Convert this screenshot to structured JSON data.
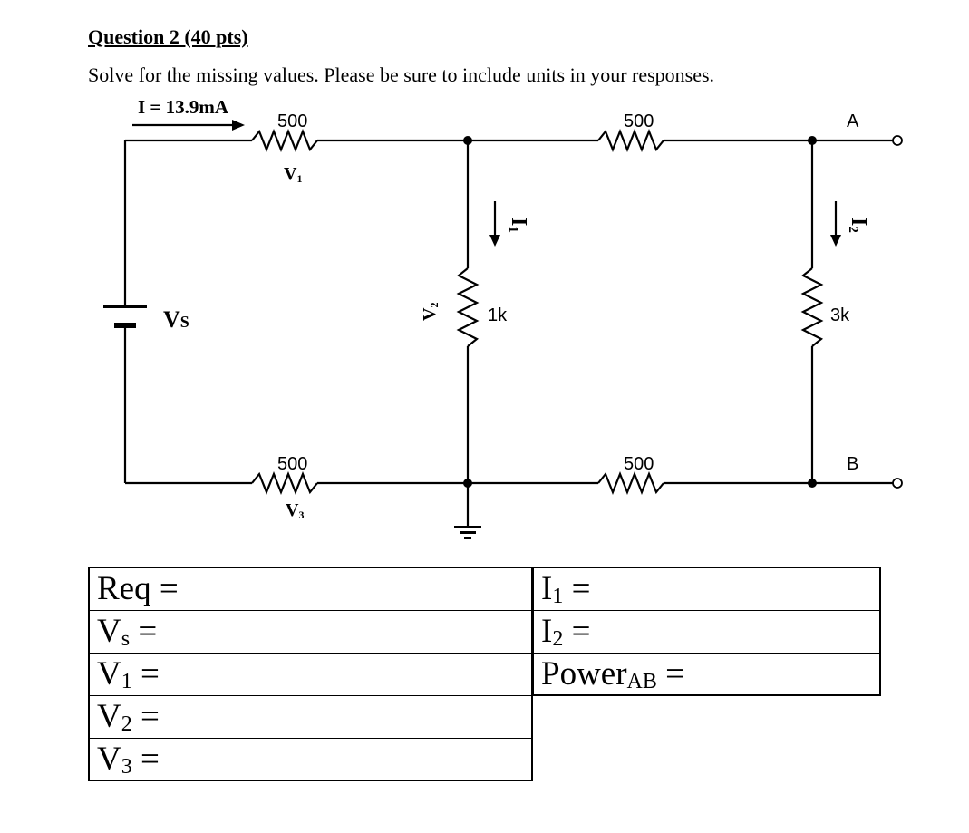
{
  "question": {
    "title": "Question 2 (40 pts)",
    "prompt": "Solve for the missing values. Please be sure to include units in your responses."
  },
  "circuit": {
    "current_label": "I = 13.9mA",
    "resistors": {
      "top_left": "500",
      "top_right": "500",
      "bottom_left": "500",
      "bottom_right": "500",
      "middle_vertical": "1k",
      "right_vertical": "3k"
    },
    "voltage_labels": {
      "v1": "V",
      "v1_sub": "1",
      "v2": "V",
      "v2_sub": "2",
      "v3": "V",
      "v3_sub": "3",
      "vs": "V",
      "vs_sub": "S"
    },
    "current_labels": {
      "i1": "I",
      "i1_sub": "1",
      "i2": "I",
      "i2_sub": "2"
    },
    "terminals": {
      "a": "A",
      "b": "B"
    }
  },
  "answer_table": {
    "left": [
      {
        "main": "Req",
        "sub": "",
        "eq": " ="
      },
      {
        "main": "V",
        "sub": "s",
        "eq": " ="
      },
      {
        "main": "V",
        "sub": "1",
        "eq": " ="
      },
      {
        "main": "V",
        "sub": "2",
        "eq": " ="
      },
      {
        "main": "V",
        "sub": "3",
        "eq": " ="
      }
    ],
    "right": [
      {
        "main": "I",
        "sub": "1",
        "eq": " ="
      },
      {
        "main": "I",
        "sub": "2",
        "eq": " ="
      },
      {
        "main": "Power",
        "sub": "AB",
        "eq": " ="
      }
    ]
  }
}
